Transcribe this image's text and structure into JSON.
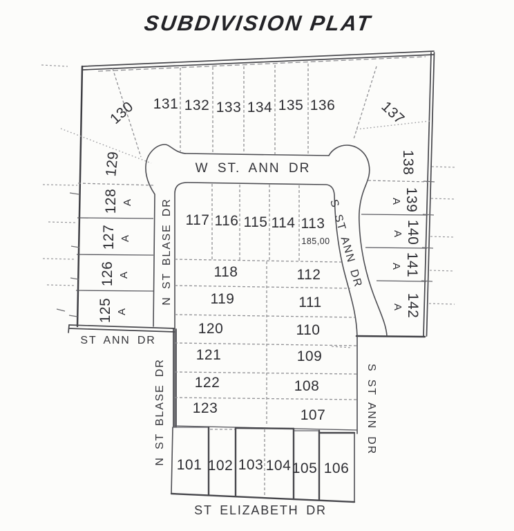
{
  "theme": {
    "paper": "#fcfcfa",
    "ink": "#46464b",
    "ink-light": "#8f8f93",
    "ink-text": "#2d2d32"
  },
  "title": "SUBDIVISION PLAT",
  "streets": {
    "w_st_ann": "W ST. ANN DR",
    "s_st_ann_upper": "S ST ANN DR",
    "s_st_ann_lower": "S ST ANN DR",
    "n_st_blase_upper": "N ST BLASE DR",
    "n_st_blase_lower": "N ST BLASE DR",
    "st_ann": "ST ANN DR",
    "st_elizabeth": "ST ELIZABETH DR"
  },
  "dimensions": {
    "lot_113": "185,00"
  },
  "labels": {
    "suffix_a": "A"
  },
  "lots": {
    "101": "101",
    "102": "102",
    "103": "103",
    "104": "104",
    "105": "105",
    "106": "106",
    "107": "107",
    "108": "108",
    "109": "109",
    "110": "110",
    "111": "111",
    "112": "112",
    "113": "113",
    "114": "114",
    "115": "115",
    "116": "116",
    "117": "117",
    "118": "118",
    "119": "119",
    "120": "120",
    "121": "121",
    "122": "122",
    "123": "123",
    "125": "125",
    "126": "126",
    "127": "127",
    "128": "128",
    "129": "129",
    "130": "130",
    "131": "131",
    "132": "132",
    "133": "133",
    "134": "134",
    "135": "135",
    "136": "136",
    "137": "137",
    "138": "138",
    "139": "139",
    "140": "140",
    "141": "141",
    "142": "142"
  }
}
